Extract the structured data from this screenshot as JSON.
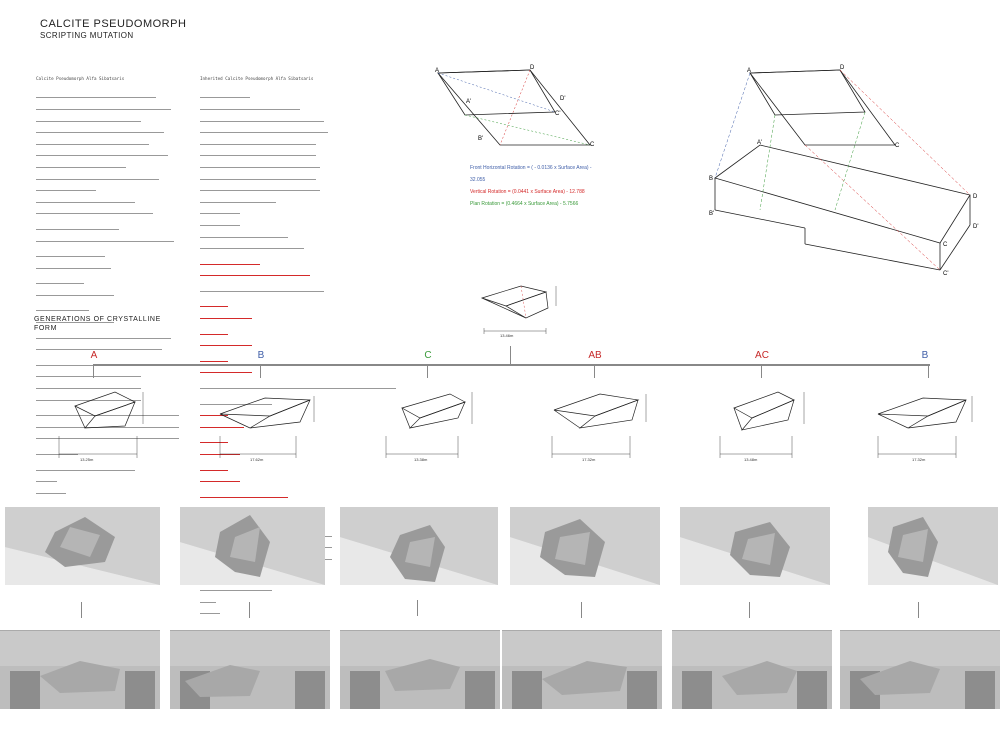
{
  "header": {
    "title": "CALCITE PSEUDOMORPH",
    "subtitle": "SCRIPTING MUTATION"
  },
  "section_label": "GENERATIONS OF CRYSTALLINE FORM",
  "code_blocks": {
    "left_heading": "Calcite Pseudomorph Alfa Sibatsaris",
    "right_heading": "Inherited Calcite Pseudomorph Alfa Sibatsaris"
  },
  "equations": {
    "front": "Front Horizontal Rotation = ( - 0.0136 x Surface Area) - 32.055",
    "vertical": "Vertical Rotation = (0.0441 x Surface Area) - 12.788",
    "plan": "Plan Rotation = (0.4664 x Surface Area) - 5.7566"
  },
  "vertex_labels": [
    "A",
    "B",
    "C",
    "D",
    "A'",
    "B'",
    "C'",
    "D'"
  ],
  "root_dimension": "13.46m",
  "generations": [
    {
      "label": "A",
      "color": "#c62828",
      "width": "13.25m"
    },
    {
      "label": "B",
      "color": "#3f5ea8",
      "width": "17.62m"
    },
    {
      "label": "C",
      "color": "#3a9a3a",
      "width": "13.38m"
    },
    {
      "label": "AB",
      "color": "#c62828",
      "width": "17.32m"
    },
    {
      "label": "AC",
      "color": "#c62828",
      "width": "13.48m"
    },
    {
      "label": "B",
      "color": "#3f5ea8",
      "width": "17.32m"
    }
  ],
  "colors": {
    "red": "#d42a2a",
    "blue": "#3f5ea8",
    "green": "#3a9a3a",
    "grey": "#888888"
  }
}
